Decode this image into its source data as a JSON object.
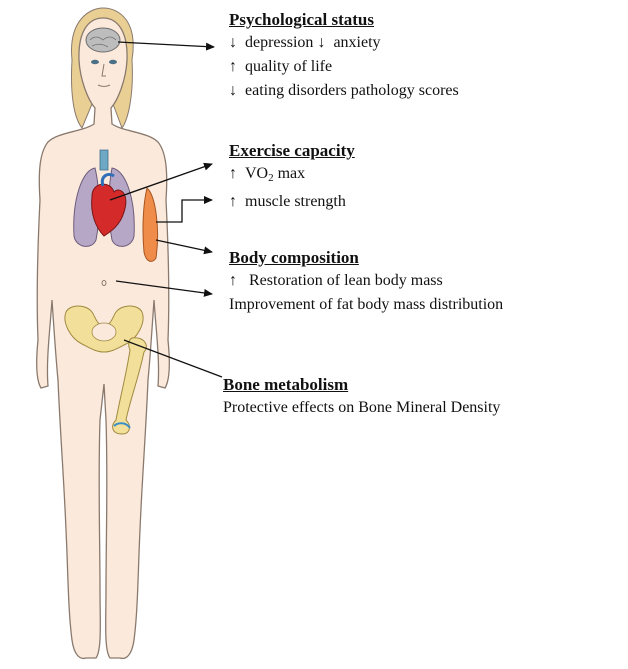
{
  "sections": {
    "psychological": {
      "heading": "Psychological status",
      "items": [
        {
          "arrow": "down",
          "text": "depression"
        },
        {
          "arrow": "down",
          "text": "anxiety"
        },
        {
          "arrow": "up",
          "text": "quality of life"
        },
        {
          "arrow": "down",
          "text": "eating disorders pathology scores"
        }
      ]
    },
    "exercise": {
      "heading": "Exercise capacity",
      "vo2_main": "VO",
      "vo2_sub": "2",
      "vo2_tail": " max",
      "vo2_arrow": "up",
      "muscle": {
        "arrow": "up",
        "text": "muscle strength"
      }
    },
    "body_composition": {
      "heading": "Body composition",
      "line1": {
        "arrow": "up",
        "text": "Restoration of lean body mass"
      },
      "line2": "Improvement of fat body mass distribution"
    },
    "bone": {
      "heading": "Bone metabolism",
      "text": "Protective effects on Bone Mineral Density"
    }
  },
  "glyphs": {
    "up": "↑",
    "down": "↓"
  },
  "colors": {
    "skin": "#fbe9dc",
    "outline": "#8a7a6e",
    "hair": "#e9cf93",
    "heart": "#d42a2a",
    "lungs": "#b7a7c6",
    "muscle": "#f08c4a",
    "bone": "#f2df9a",
    "brain": "#bdbdbd",
    "arrow": "#111111"
  }
}
